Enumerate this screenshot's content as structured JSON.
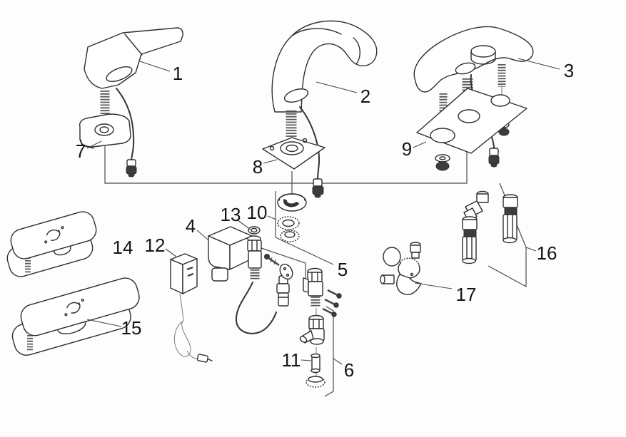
{
  "diagram": {
    "description": "faucet-exploded-parts-diagram",
    "background": "#fdfdfd",
    "line_color": "#2e2e2e",
    "callouts": [
      {
        "label": "1",
        "name": "angular-sensor-spout"
      },
      {
        "label": "2",
        "name": "gooseneck-sensor-spout"
      },
      {
        "label": "3",
        "name": "centerset-sensor-faucet"
      },
      {
        "label": "4",
        "name": "control-module"
      },
      {
        "label": "5",
        "name": "solenoid-valve-kit"
      },
      {
        "label": "6",
        "name": "check-valve-assembly"
      },
      {
        "label": "7",
        "name": "single-hole-mounting-plate"
      },
      {
        "label": "8",
        "name": "square-mounting-plate"
      },
      {
        "label": "9",
        "name": "centerset-mounting-gasket"
      },
      {
        "label": "10",
        "name": "aerator-kit"
      },
      {
        "label": "11",
        "name": "filter-insert"
      },
      {
        "label": "12",
        "name": "power-adapter"
      },
      {
        "label": "13",
        "name": "o-ring"
      },
      {
        "label": "14",
        "name": "cover-plate-4in"
      },
      {
        "label": "15",
        "name": "cover-plate-8in"
      },
      {
        "label": "16",
        "name": "supply-connectors"
      },
      {
        "label": "17",
        "name": "mixing-valve"
      }
    ]
  }
}
